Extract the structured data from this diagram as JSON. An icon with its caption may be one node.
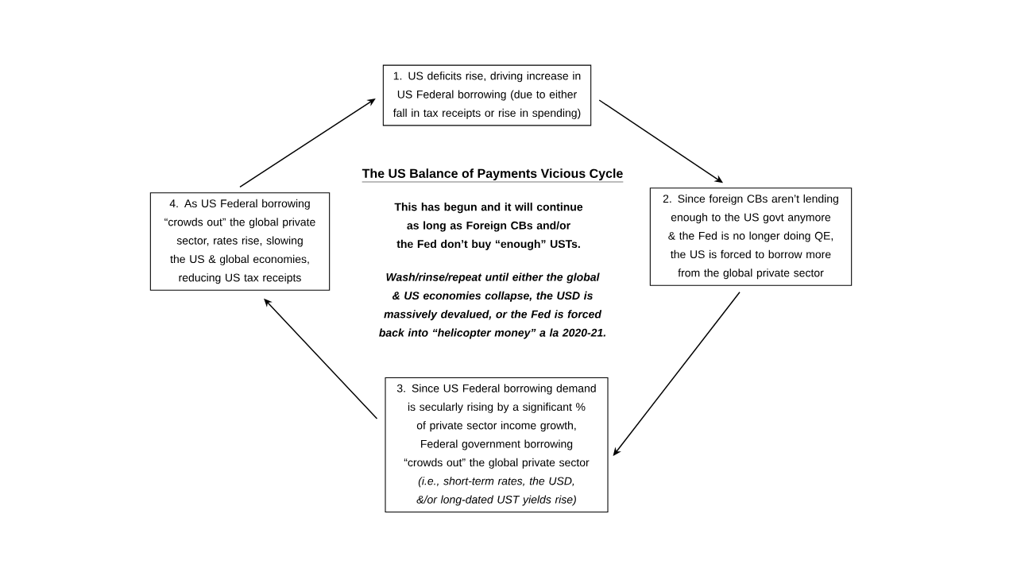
{
  "diagram": {
    "title": "The US Balance of Payments Vicious Cycle",
    "nodes": [
      {
        "text": [
          "1. US deficits rise, driving increase in US Federal borrowing (due to either fall in tax receipts or rise in spending)"
        ]
      },
      {
        "text": [
          "2. Since foreign CBs aren’t lending enough to the US govt anymore & the Fed is no longer doing QE, the US is forced to borrow more from the global private sector"
        ]
      },
      {
        "text": [
          "3. Since US Federal borrowing demand is secularly rising by a significant % of private sector income growth, Federal government borrowing “crowds out” the global private sector",
          "(i.e., short-term rates, the USD, &/or long-dated UST yields rise)"
        ]
      },
      {
        "text": [
          "4. As US Federal borrowing “crowds out” the global private sector, rates rise, slowing the US & global economies, reducing US tax receipts"
        ]
      }
    ],
    "edges": [
      {
        "from": 0,
        "to": 1,
        "arrow": "to"
      },
      {
        "from": 1,
        "to": 2,
        "arrow": "to"
      },
      {
        "from": 2,
        "to": 3,
        "arrow": "to"
      },
      {
        "from": 3,
        "to": 0,
        "arrow": "to"
      }
    ],
    "labels": [
      "This has begun and it will continue as long as Foreign CBs and/or the Fed don’t buy “enough” USTs.",
      "Wash/rinse/repeat until either the global & US economies collapse, the USD is massively devalued, or the Fed is forced back into “helicopter money” a la 2020-21."
    ]
  }
}
